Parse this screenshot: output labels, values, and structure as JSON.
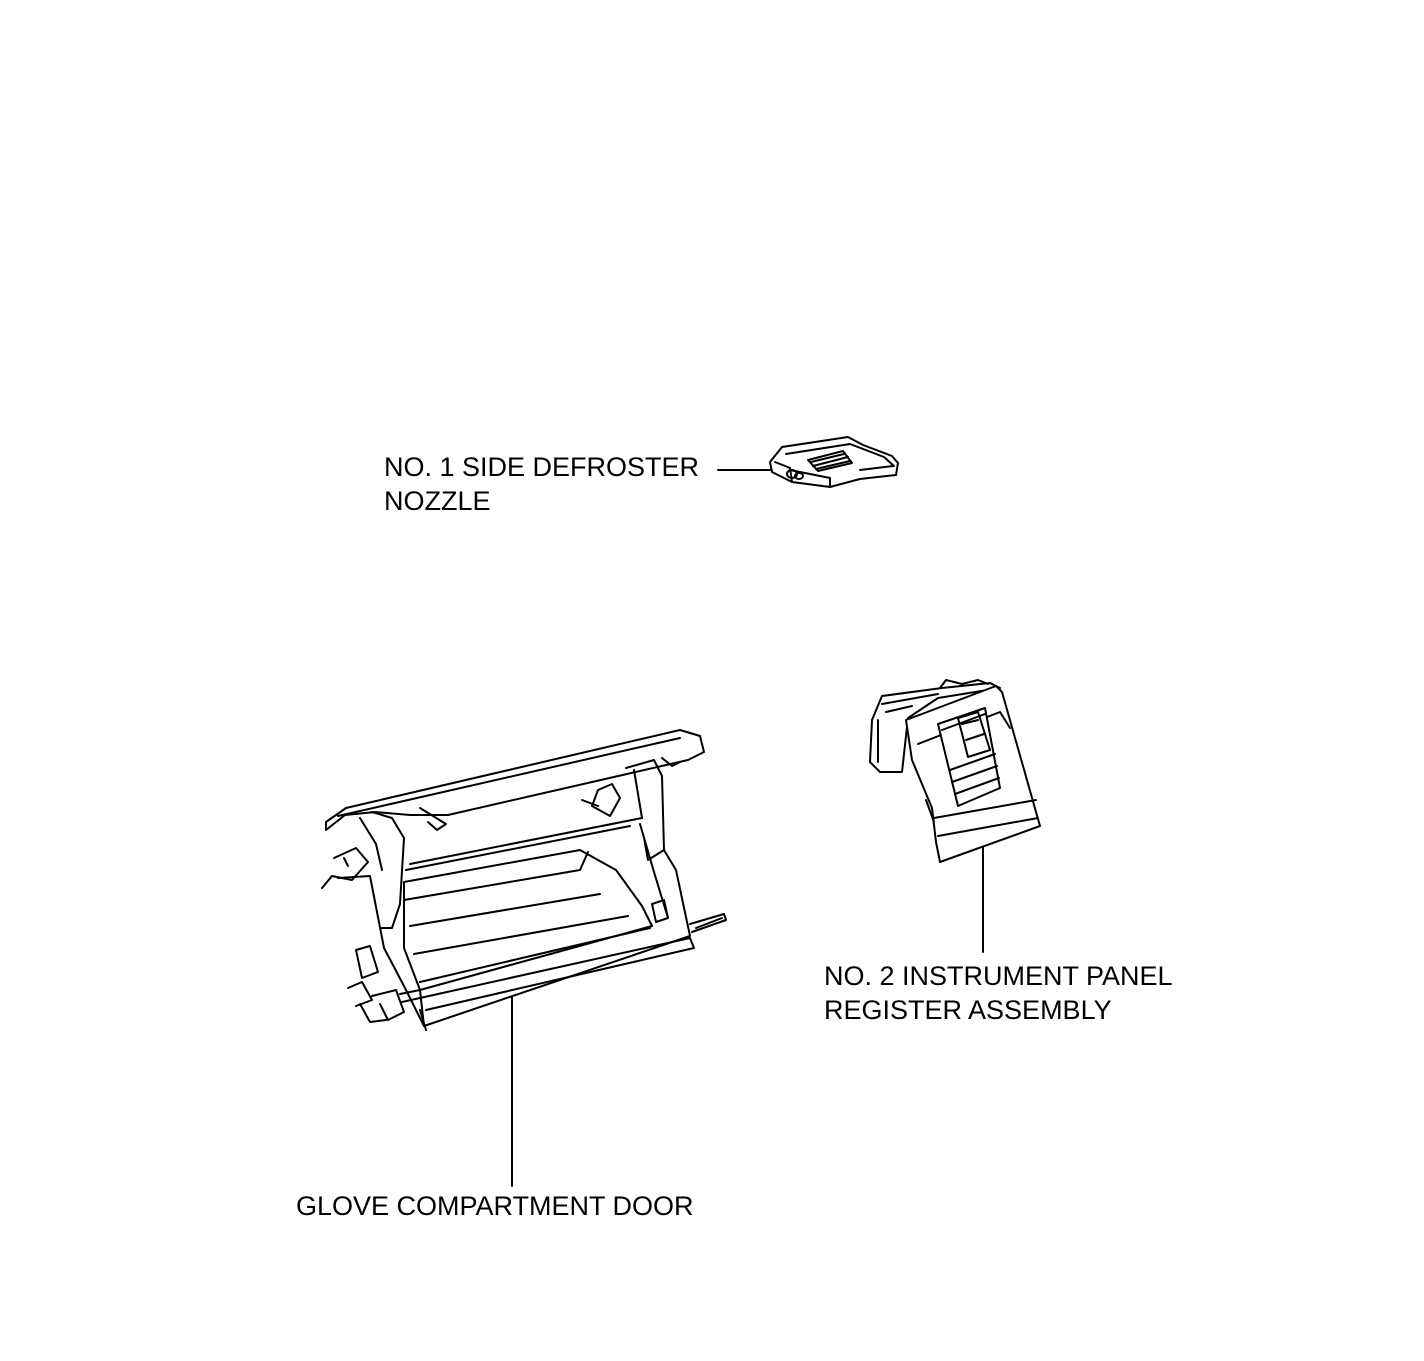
{
  "diagram": {
    "parts": [
      {
        "id": "side-defroster-nozzle",
        "label_lines": [
          "NO. 1 SIDE DEFROSTER",
          "NOZZLE"
        ]
      },
      {
        "id": "instrument-panel-register",
        "label_lines": [
          "NO. 2 INSTRUMENT PANEL",
          "REGISTER ASSEMBLY"
        ]
      },
      {
        "id": "glove-compartment-door",
        "label_lines": [
          "GLOVE COMPARTMENT DOOR"
        ]
      }
    ],
    "colors": {
      "line": "#000000",
      "background": "#ffffff"
    }
  }
}
